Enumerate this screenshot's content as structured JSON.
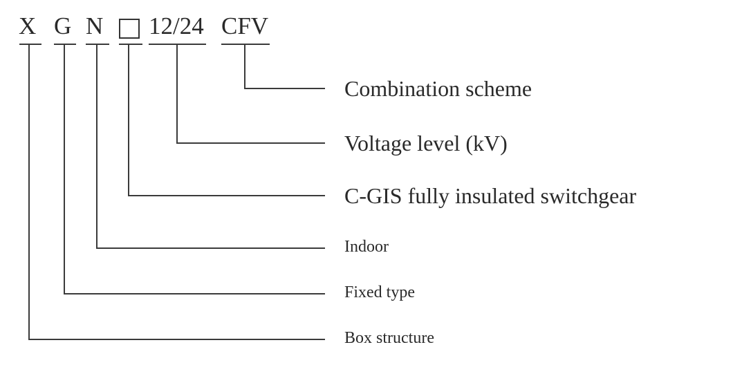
{
  "model_code": {
    "letters": [
      "X",
      "G",
      "N"
    ],
    "placeholder_box": "empty-square",
    "voltage": "12/24",
    "scheme": "CFV"
  },
  "descriptions": {
    "combination_scheme": "Combination scheme",
    "voltage_level": "Voltage level (kV)",
    "cgis": "C-GIS fully insulated switchgear",
    "indoor": "Indoor",
    "fixed_type": "Fixed type",
    "box_structure": "Box structure"
  }
}
